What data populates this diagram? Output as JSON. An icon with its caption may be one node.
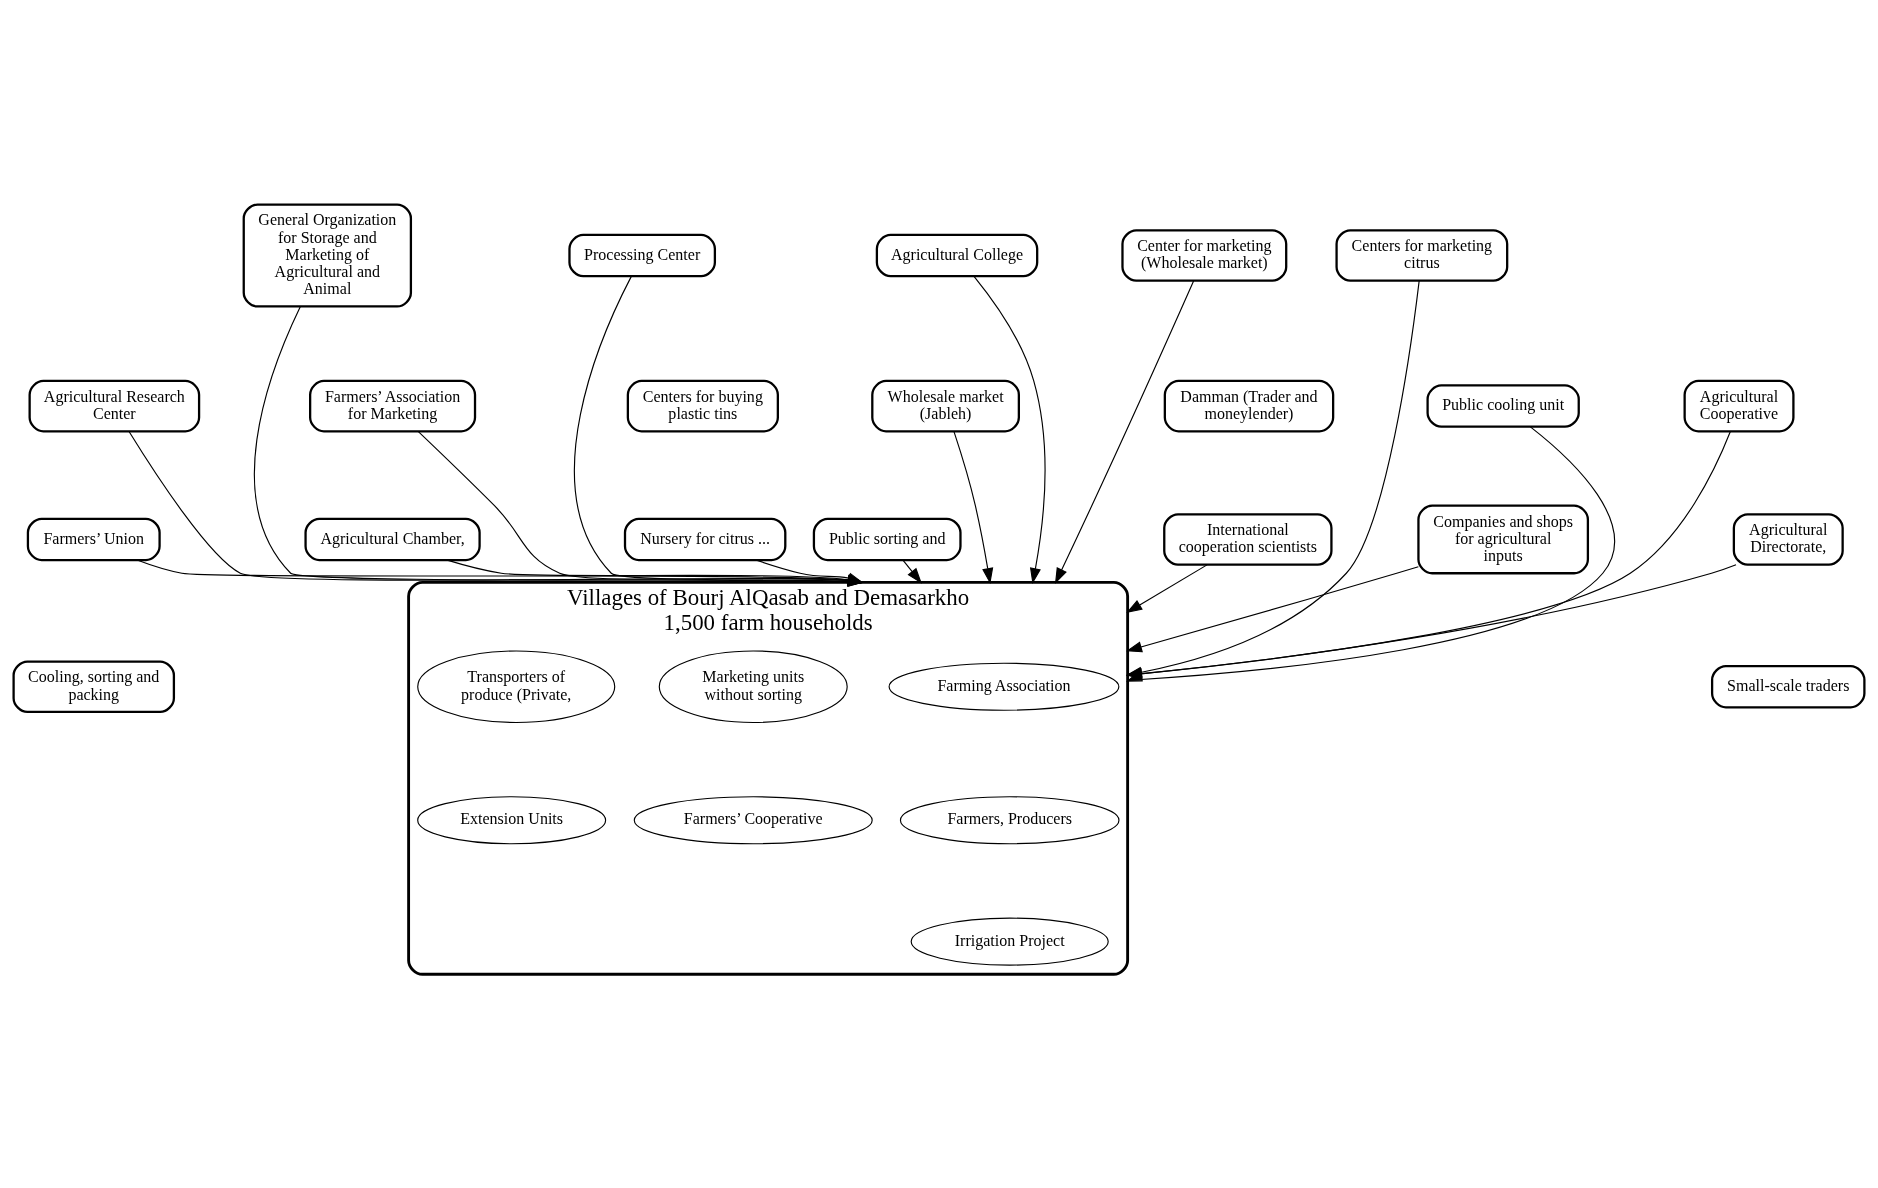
{
  "diagram": {
    "nodes": [
      {
        "text": [
          "Villages of Bourj AlQasab and Demasarkho",
          "1,500 farm households"
        ]
      },
      {
        "text": [
          "Farming Association"
        ],
        "in": 0
      },
      {
        "text": [
          "Marketing units without sorting"
        ],
        "in": 0
      },
      {
        "text": [
          "Transporters of produce (Private,"
        ],
        "in": 0
      },
      {
        "text": [
          "Farmers, Producers"
        ],
        "in": 0
      },
      {
        "text": [
          "Farmers’ Cooperative"
        ],
        "in": 0
      },
      {
        "text": [
          "Extension Units"
        ],
        "in": 0
      },
      {
        "text": [
          "Irrigation Project"
        ],
        "in": 0
      },
      {
        "text": [
          "Agricultural Research Center"
        ]
      },
      {
        "text": [
          "Agricultural College"
        ]
      },
      {
        "text": [
          "General Organization for Storage and Marketing of Agricultural and Animal"
        ]
      },
      {
        "text": [
          "Processing Center"
        ]
      },
      {
        "text": [
          "Center for marketing (Wholesale market)"
        ]
      },
      {
        "text": [
          "Agricultural Cooperative"
        ]
      },
      {
        "text": [
          "Centers for marketing citrus"
        ]
      },
      {
        "text": [
          "Farmers’ Union"
        ]
      },
      {
        "text": [
          "Wholesale market (Jableh)"
        ]
      },
      {
        "text": [
          "Farmers’ Association for Marketing"
        ]
      },
      {
        "text": [
          "Centers for buying plastic tins"
        ]
      },
      {
        "text": [
          "Damman (Trader and moneylender)"
        ]
      },
      {
        "text": [
          "Agricultural Directorate,"
        ]
      },
      {
        "text": [
          "Public cooling unit"
        ]
      },
      {
        "text": [
          "Cooling, sorting and packing"
        ]
      },
      {
        "text": [
          "Public sorting and"
        ]
      },
      {
        "text": [
          "Agricultural Chamber,"
        ]
      },
      {
        "text": [
          "Nursery for citrus ..."
        ]
      },
      {
        "text": [
          "International cooperation scientists"
        ]
      },
      {
        "text": [
          "Small-scale traders"
        ]
      },
      {
        "text": [
          "Companies and shops for agricultural inputs"
        ]
      }
    ],
    "edges": [
      {
        "from": 8,
        "to": 0,
        "arrow": "to"
      },
      {
        "from": 9,
        "to": 0,
        "arrow": "to"
      },
      {
        "from": 10,
        "to": 0,
        "arrow": "to"
      },
      {
        "from": 11,
        "to": 0,
        "arrow": "to"
      },
      {
        "from": 12,
        "to": 0,
        "arrow": "to"
      },
      {
        "from": 13,
        "to": 0,
        "arrow": "to"
      },
      {
        "from": 14,
        "to": 0,
        "arrow": "to"
      },
      {
        "from": 15,
        "to": 0,
        "arrow": "to"
      },
      {
        "from": 16,
        "to": 0,
        "arrow": "to"
      },
      {
        "from": 17,
        "to": 0,
        "arrow": "to"
      },
      {
        "from": 20,
        "to": 0,
        "arrow": "to"
      },
      {
        "from": 21,
        "to": 0,
        "arrow": "to"
      },
      {
        "from": 23,
        "to": 0,
        "arrow": "to"
      },
      {
        "from": 24,
        "to": 0,
        "arrow": "to"
      },
      {
        "from": 25,
        "to": 0,
        "arrow": "to"
      },
      {
        "from": 26,
        "to": 0,
        "arrow": "to"
      },
      {
        "from": 28,
        "to": 0,
        "arrow": "to"
      }
    ]
  }
}
